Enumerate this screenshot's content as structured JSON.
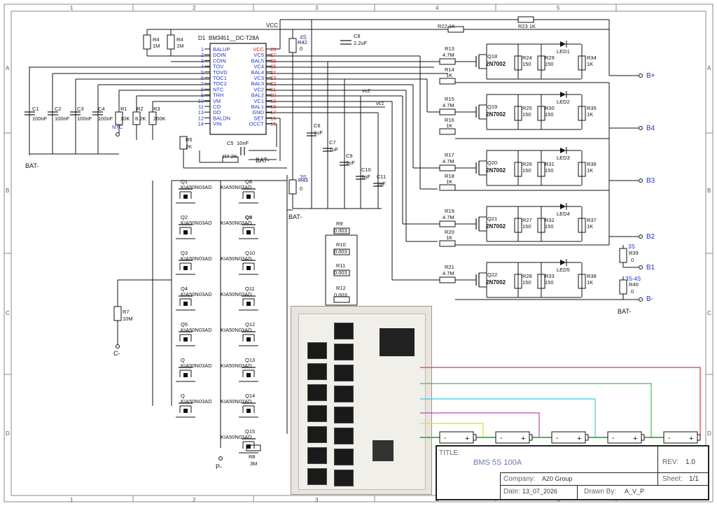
{
  "ic": {
    "ref": "D1",
    "part": "BM3451__DC-T28A",
    "left_pins": [
      {
        "num": "1",
        "name": "BALUP"
      },
      {
        "num": "2",
        "name": "DOIN"
      },
      {
        "num": "3",
        "name": "COIN"
      },
      {
        "num": "4",
        "name": "TOV"
      },
      {
        "num": "5",
        "name": "TOVD"
      },
      {
        "num": "6",
        "name": "TOC1"
      },
      {
        "num": "7",
        "name": "TOC2"
      },
      {
        "num": "8",
        "name": "NTC"
      },
      {
        "num": "9",
        "name": "TRH"
      },
      {
        "num": "10",
        "name": "VM"
      },
      {
        "num": "11",
        "name": "CO"
      },
      {
        "num": "13",
        "name": "DO"
      },
      {
        "num": "12",
        "name": "BALDN"
      },
      {
        "num": "14",
        "name": "VIN"
      }
    ],
    "right_pins": [
      {
        "num": "28",
        "name": "VCC"
      },
      {
        "num": "27",
        "name": "VC5"
      },
      {
        "num": "26",
        "name": "BAL5"
      },
      {
        "num": "25",
        "name": "VC4"
      },
      {
        "num": "24",
        "name": "BAL4"
      },
      {
        "num": "23",
        "name": "VC3"
      },
      {
        "num": "22",
        "name": "BAL3"
      },
      {
        "num": "21",
        "name": "VC2"
      },
      {
        "num": "20",
        "name": "BAL2"
      },
      {
        "num": "19",
        "name": "VC1"
      },
      {
        "num": "18",
        "name": "BAL1"
      },
      {
        "num": "17",
        "name": "GND"
      },
      {
        "num": "16",
        "name": "SET"
      },
      {
        "num": "15",
        "name": "OCCT"
      }
    ]
  },
  "labels": {
    "vcc": "VCC",
    "bat_minus": "BAT-",
    "c_minus": "C-",
    "p_minus": "P-",
    "r4a": "R4",
    "r4a_v": "1M",
    "r4b": "R4",
    "r4b_v": "1M",
    "r42": "R42",
    "r42_v": "0",
    "r42_tag": "4S",
    "r43": "R43",
    "r43_v": "0",
    "r43_tag": "3S",
    "c8": "C8",
    "c8_v": "2.2uF",
    "r22": "R22  1K",
    "r23": "R23  1K",
    "c1": "C1",
    "c1_v": "100nF",
    "c2": "C2",
    "c2_v": "100nF",
    "c3": "C3",
    "c3_v": "100nF",
    "c4": "C4",
    "c4_v": "100nF",
    "r1": "R1",
    "r1_v": "10K",
    "ntc": "NTC",
    "r2": "R2",
    "r2_v": "8.2K",
    "r3": "R3",
    "r3_v": "200K",
    "r5": "R5",
    "r5_v": "2K",
    "c5": "C5",
    "c5_v": "10nF",
    "r7a": "R7 2K",
    "c6": "C6",
    "c6_v": "1uF",
    "c7": "C7",
    "c7_v": "1uF",
    "c9": "C9",
    "c9_v": "1uF",
    "c10": "C10",
    "c10_v": "1uF",
    "c11": "C11",
    "c11_v": "1uF",
    "r9": "R9",
    "r9_v": "0.003",
    "r10": "R10",
    "r10_v": "0.003",
    "r11": "R11",
    "r11_v": "0.003",
    "r12": "R12",
    "r12_v": "0.003",
    "r7": "R7",
    "r7_v": "10M",
    "r8": "R8",
    "r8_v": "3M",
    "r39": "R39",
    "r39_v": "0",
    "r39_tag": "3S",
    "r40": "R40",
    "r40_v": "0",
    "r40_tag": "3S-4S",
    "b_plus": "B+",
    "b4": "B4",
    "b3": "B3",
    "b2": "B2",
    "b1": "B1",
    "b_minus": "B-",
    "net_vc1": "vc1",
    "net_vc2": "vc2"
  },
  "mosfets_left": [
    {
      "ref": "Q1",
      "part": "KIA50N03AD"
    },
    {
      "ref": "Q2",
      "part": "KIA50N03AD"
    },
    {
      "ref": "Q3",
      "part": "KIA50N03AD"
    },
    {
      "ref": "Q4",
      "part": "KIA50N03AD"
    },
    {
      "ref": "Q5",
      "part": "KIA50N03AD"
    },
    {
      "ref": "Q",
      "part": "KIA50N03AD"
    },
    {
      "ref": "Q",
      "part": "KIA50N03AD"
    }
  ],
  "mosfets_right": [
    {
      "ref": "Q8",
      "part": "KIA50N03AD"
    },
    {
      "ref": "Q9",
      "part": "KIA50N03AD"
    },
    {
      "ref": "Q10",
      "part": "KIA50N03AD"
    },
    {
      "ref": "Q11",
      "part": "KIA50N03AD"
    },
    {
      "ref": "Q12",
      "part": "KIA50N03AD"
    },
    {
      "ref": "Q13",
      "part": "KIA50N03AD"
    },
    {
      "ref": "Q14",
      "part": "KIA50N03AD"
    },
    {
      "ref": "Q15",
      "part": "KIA50N03AD"
    }
  ],
  "balance": [
    {
      "rg": "R13",
      "rgv": "4.7M",
      "rp": "R14",
      "rpv": "1K",
      "q": "Q18",
      "qp": "2N7002",
      "ra": "R24",
      "rav": "150",
      "rb": "R29",
      "rbv": "150",
      "led": "LED1",
      "rl": "R34",
      "rlv": "1K"
    },
    {
      "rg": "R15",
      "rgv": "4.7M",
      "rp": "R16",
      "rpv": "1K",
      "q": "Q19",
      "qp": "2N7002",
      "ra": "R25",
      "rav": "150",
      "rb": "R30",
      "rbv": "150",
      "led": "LED2",
      "rl": "R35",
      "rlv": "1K"
    },
    {
      "rg": "R17",
      "rgv": "4.7M",
      "rp": "R18",
      "rpv": "1K",
      "q": "Q20",
      "qp": "2N7002",
      "ra": "R26",
      "rav": "150",
      "rb": "R31",
      "rbv": "150",
      "led": "LED3",
      "rl": "R36",
      "rlv": "1K"
    },
    {
      "rg": "R19",
      "rgv": "4.7M",
      "rp": "R20",
      "rpv": "1K",
      "q": "Q21",
      "qp": "2N7002",
      "ra": "R27",
      "rav": "150",
      "rb": "R32",
      "rbv": "150",
      "led": "LED4",
      "rl": "R37",
      "rlv": "1K"
    },
    {
      "rg": "R21",
      "rgv": "4.7M",
      "rp": "",
      "rpv": "",
      "q": "Q22",
      "qp": "2N7002",
      "ra": "R28",
      "rav": "150",
      "rb": "R33",
      "rbv": "150",
      "led": "LED5",
      "rl": "R38",
      "rlv": "1K"
    }
  ],
  "frame": {
    "cols": [
      "1",
      "2",
      "3",
      "4",
      "5"
    ],
    "rows": [
      "A",
      "B",
      "C",
      "D"
    ]
  },
  "title_block": {
    "title_label": "TITLE:",
    "title": "BMS 5S 100A",
    "rev_label": "REV:",
    "rev": "1.0",
    "company_label": "Company:",
    "company": "A20 Group",
    "sheet_label": "Sheet:",
    "sheet": "1/1",
    "date_label": "Date:",
    "date": "13_07_2026",
    "drawn_label": "Drawn By:",
    "drawn_by": "A_V_P"
  },
  "colors": {
    "pin_text": "#2233cc",
    "pin_name_red": "#cc2222",
    "wire": "#111111",
    "photo_wire_red": "#d04040",
    "photo_wire_green": "#40c040",
    "photo_wire_cyan": "#40c8d8",
    "photo_wire_magenta": "#c040c0",
    "photo_wire_yellow": "#e8e000"
  },
  "cells": [
    {
      "neg": "-",
      "pos": "+"
    },
    {
      "neg": "-",
      "pos": "+"
    },
    {
      "neg": "-",
      "pos": "+"
    },
    {
      "neg": "-",
      "pos": "+"
    },
    {
      "neg": "-",
      "pos": "+"
    }
  ]
}
